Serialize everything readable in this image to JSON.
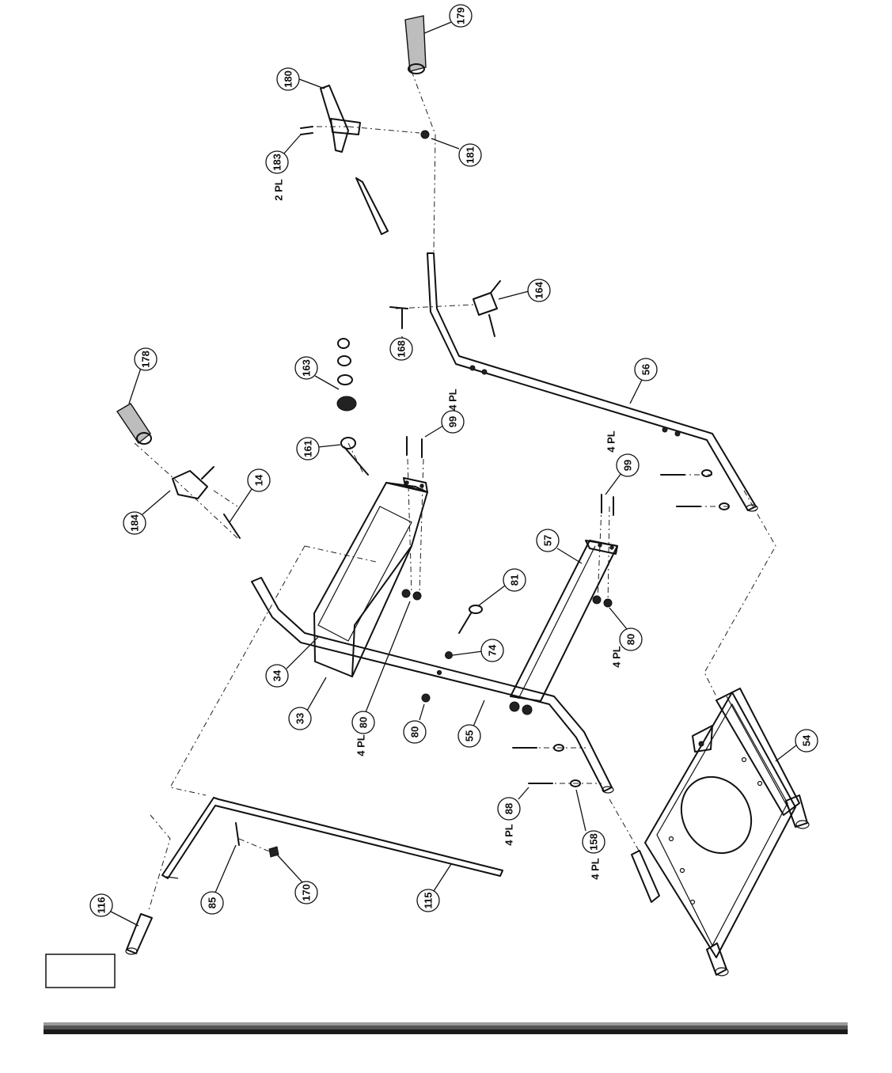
{
  "callouts": [
    {
      "id": "c179",
      "label": "179"
    },
    {
      "id": "c180",
      "label": "180"
    },
    {
      "id": "c181",
      "label": "181"
    },
    {
      "id": "c183",
      "label": "183"
    },
    {
      "id": "c164",
      "label": "164"
    },
    {
      "id": "c168",
      "label": "168"
    },
    {
      "id": "c178",
      "label": "178"
    },
    {
      "id": "c163",
      "label": "163"
    },
    {
      "id": "c161",
      "label": "161"
    },
    {
      "id": "c99a",
      "label": "99"
    },
    {
      "id": "c56",
      "label": "56"
    },
    {
      "id": "c99b",
      "label": "99"
    },
    {
      "id": "c14",
      "label": "14"
    },
    {
      "id": "c184",
      "label": "184"
    },
    {
      "id": "c57",
      "label": "57"
    },
    {
      "id": "c81",
      "label": "81"
    },
    {
      "id": "c74",
      "label": "74"
    },
    {
      "id": "c80a",
      "label": "80"
    },
    {
      "id": "c80b",
      "label": "80"
    },
    {
      "id": "c80c",
      "label": "80"
    },
    {
      "id": "c34",
      "label": "34"
    },
    {
      "id": "c33",
      "label": "33"
    },
    {
      "id": "c55",
      "label": "55"
    },
    {
      "id": "c54",
      "label": "54"
    },
    {
      "id": "c88",
      "label": "88"
    },
    {
      "id": "c158",
      "label": "158"
    },
    {
      "id": "c116",
      "label": "116"
    },
    {
      "id": "c85",
      "label": "85"
    },
    {
      "id": "c170",
      "label": "170"
    },
    {
      "id": "c115",
      "label": "115"
    }
  ],
  "quantity_notes": {
    "n183": "2 PL",
    "n99a": "4 PL",
    "n99b": "4 PL",
    "n80b": "4 PL",
    "n80a": "4 PL",
    "n88": "4 PL",
    "n158": "4 PL"
  },
  "page_label_box": ""
}
